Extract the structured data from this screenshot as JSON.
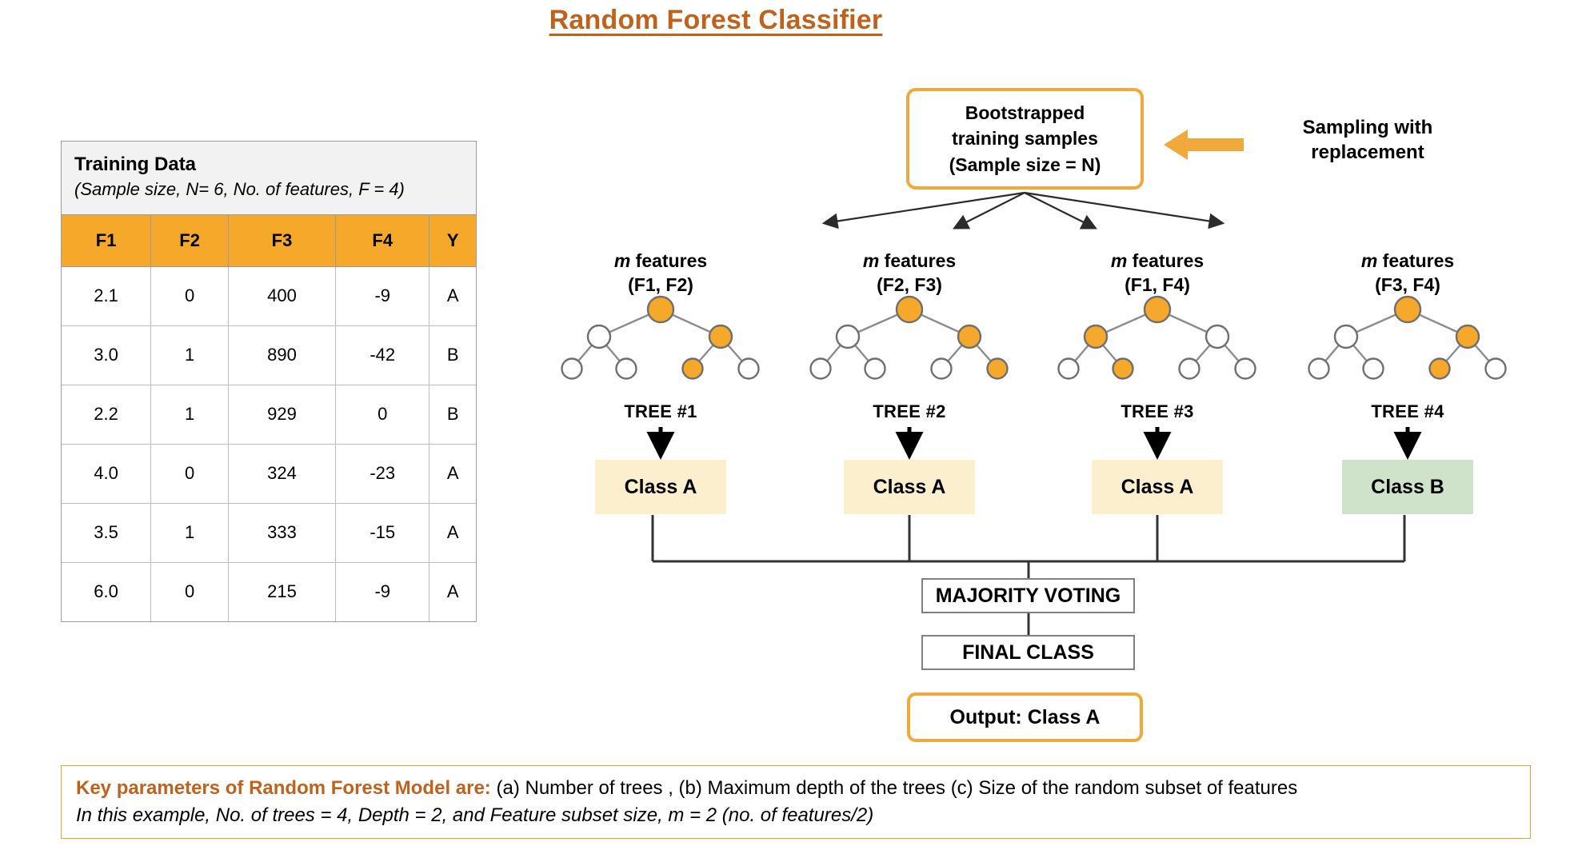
{
  "title": "Random Forest Classifier",
  "colors": {
    "title": "#C0621C",
    "accent_orange": "#F2A93B",
    "header_orange": "#F5A829",
    "class_a_bg": "#FBEFCD",
    "class_b_bg": "#CFE3CB",
    "panel_gray": "#F2F2F2"
  },
  "training_table": {
    "heading": "Training Data",
    "subheading": "(Sample size, N= 6, No. of features, F = 4)",
    "columns": [
      "F1",
      "F2",
      "F3",
      "F4",
      "Y"
    ],
    "rows": [
      [
        "2.1",
        "0",
        "400",
        "-9",
        "A"
      ],
      [
        "3.0",
        "1",
        "890",
        "-42",
        "B"
      ],
      [
        "2.2",
        "1",
        "929",
        "0",
        "B"
      ],
      [
        "4.0",
        "0",
        "324",
        "-23",
        "A"
      ],
      [
        "3.5",
        "1",
        "333",
        "-15",
        "A"
      ],
      [
        "6.0",
        "0",
        "215",
        "-9",
        "A"
      ]
    ]
  },
  "bootstrap_box": {
    "line1": "Bootstrapped",
    "line2": "training samples",
    "line3": "(Sample size = N)"
  },
  "sampling": {
    "line1": "Sampling with",
    "line2": "replacement"
  },
  "trees": [
    {
      "features_prefix": "m",
      "features_label": "features",
      "subset": "(F1, F2)",
      "name": "TREE #1",
      "nodes": {
        "root": "orange",
        "left": "white",
        "right": "orange",
        "ll": "white",
        "lr": "white",
        "rl": "orange",
        "rr": "white"
      },
      "prediction": "Class A",
      "prediction_class": "A"
    },
    {
      "features_prefix": "m",
      "features_label": "features",
      "subset": "(F2, F3)",
      "name": "TREE #2",
      "nodes": {
        "root": "orange",
        "left": "white",
        "right": "orange",
        "ll": "white",
        "lr": "white",
        "rl": "white",
        "rr": "orange"
      },
      "prediction": "Class A",
      "prediction_class": "A"
    },
    {
      "features_prefix": "m",
      "features_label": "features",
      "subset": "(F1, F4)",
      "name": "TREE #3",
      "nodes": {
        "root": "orange",
        "left": "orange",
        "right": "white",
        "ll": "white",
        "lr": "orange",
        "rl": "white",
        "rr": "white"
      },
      "prediction": "Class A",
      "prediction_class": "A"
    },
    {
      "features_prefix": "m",
      "features_label": "features",
      "subset": "(F3, F4)",
      "name": "TREE #4",
      "nodes": {
        "root": "orange",
        "left": "white",
        "right": "orange",
        "ll": "white",
        "lr": "white",
        "rl": "orange",
        "rr": "white"
      },
      "prediction": "Class B",
      "prediction_class": "B"
    }
  ],
  "voting": {
    "majority": "MAJORITY VOTING",
    "final": "FINAL CLASS",
    "output": "Output: Class A"
  },
  "footer": {
    "line1_bold": "Key parameters of Random Forest Model are:",
    "line1_rest": " (a) Number of trees , (b) Maximum depth of the trees (c) Size of the random subset of features",
    "line2": "In this example, No. of trees = 4, Depth = 2, and Feature subset size, m = 2 (no. of features/2)"
  }
}
